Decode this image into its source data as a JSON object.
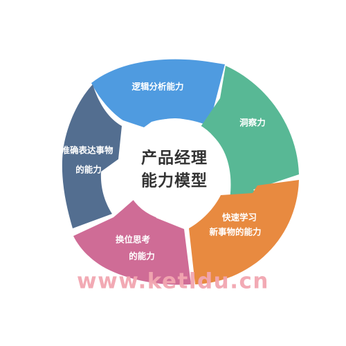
{
  "center": {
    "line1": "产品经理",
    "line2": "能力模型"
  },
  "segments": [
    {
      "key": "logic",
      "lines": [
        "逻辑分析能力"
      ],
      "color": "#4f9be0"
    },
    {
      "key": "insight",
      "lines": [
        "洞察力"
      ],
      "color": "#58b895"
    },
    {
      "key": "learning",
      "lines": [
        "快速学习",
        "新事物的能力"
      ],
      "color": "#e88a40"
    },
    {
      "key": "empathy",
      "lines": [
        "换位思考",
        "的能力"
      ],
      "color": "#cf6c96"
    },
    {
      "key": "expression",
      "lines": [
        "准确表达事物",
        "的能力"
      ],
      "color": "#536e90"
    }
  ],
  "watermark": "www.ketldu.cn"
}
